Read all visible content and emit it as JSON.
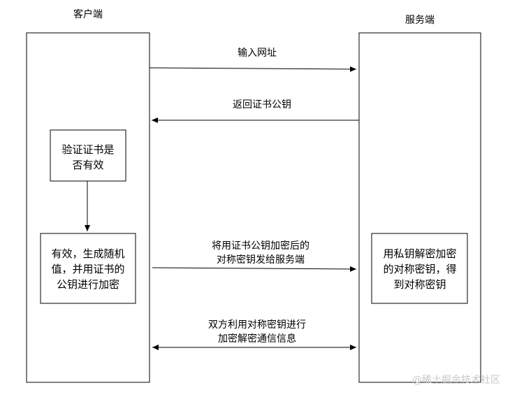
{
  "client": {
    "label": "客户端"
  },
  "server": {
    "label": "服务端"
  },
  "messages": [
    {
      "lines": [
        "输入网址"
      ],
      "direction": "to-server"
    },
    {
      "lines": [
        "返回证书公钥"
      ],
      "direction": "to-client"
    },
    {
      "lines": [
        "将用证书公钥加密后的",
        "对称密钥发给服务端"
      ],
      "direction": "to-server"
    },
    {
      "lines": [
        "双方利用对称密钥进行",
        "加密解密通信信息"
      ],
      "direction": "both"
    }
  ],
  "client_steps": [
    {
      "lines": [
        "验证证书是",
        "否有效"
      ]
    },
    {
      "lines": [
        "有效，生成随机",
        "值，并用证书的",
        "公钥进行加密"
      ]
    }
  ],
  "server_steps": [
    {
      "lines": [
        "用私钥解密加密",
        "的对称密钥，得",
        "到对称密钥"
      ]
    }
  ],
  "watermark": {
    "text": "@稀土掘金技术社区"
  }
}
